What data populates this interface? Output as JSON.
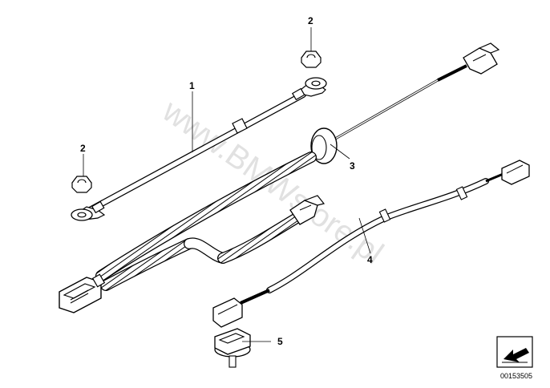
{
  "watermark": "www.BMWstore.pl",
  "callouts": [
    {
      "id": "1",
      "label": "1"
    },
    {
      "id": "2a",
      "label": "2"
    },
    {
      "id": "2b",
      "label": "2"
    },
    {
      "id": "3",
      "label": "3"
    },
    {
      "id": "4",
      "label": "4"
    },
    {
      "id": "5",
      "label": "5"
    }
  ],
  "document_number": "00153505"
}
